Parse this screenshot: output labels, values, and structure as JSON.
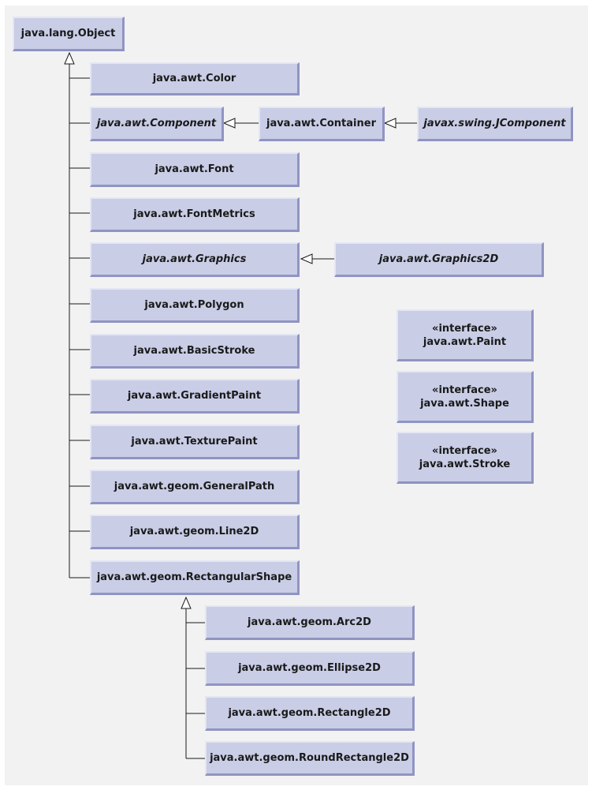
{
  "classes": {
    "object": "java.lang.Object",
    "color": "java.awt.Color",
    "component": "java.awt.Component",
    "container": "java.awt.Container",
    "jcomponent": "javax.swing.JComponent",
    "font": "java.awt.Font",
    "fontmetrics": "java.awt.FontMetrics",
    "graphics": "java.awt.Graphics",
    "graphics2d": "java.awt.Graphics2D",
    "polygon": "java.awt.Polygon",
    "basicstroke": "java.awt.BasicStroke",
    "gradientpaint": "java.awt.GradientPaint",
    "texturepaint": "java.awt.TexturePaint",
    "generalpath": "java.awt.geom.GeneralPath",
    "line2d": "java.awt.geom.Line2D",
    "rectangularshape": "java.awt.geom.RectangularShape",
    "arc2d": "java.awt.geom.Arc2D",
    "ellipse2d": "java.awt.geom.Ellipse2D",
    "rectangle2d": "java.awt.geom.Rectangle2D",
    "roundrectangle2d": "java.awt.geom.RoundRectangle2D"
  },
  "interfaces": {
    "stereotype": "«interface»",
    "paint": "java.awt.Paint",
    "shape": "java.awt.Shape",
    "stroke": "java.awt.Stroke"
  },
  "colors": {
    "box_fill": "#c9cde6",
    "box_highlight": "#e4e6f4",
    "box_shadow": "#9094c2",
    "line": "#1a1a1a",
    "background": "#f2f2f2"
  }
}
